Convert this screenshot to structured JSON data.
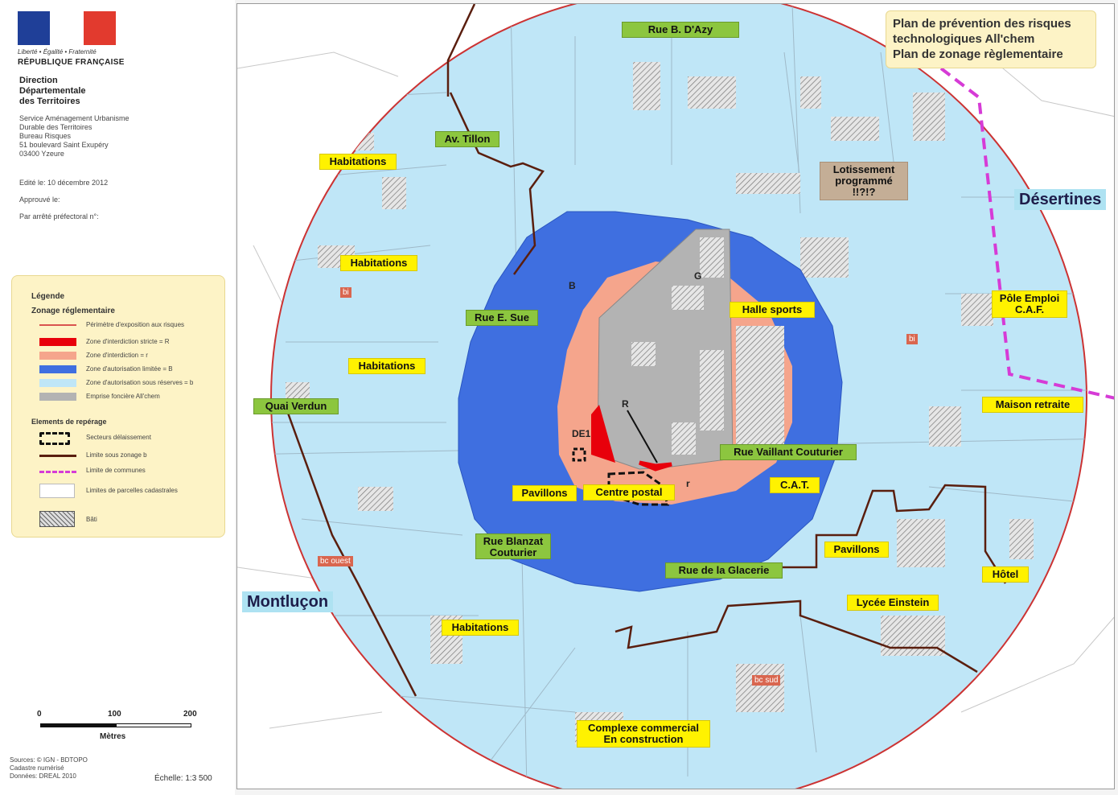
{
  "header": {
    "motto": "Liberté • Égalité • Fraternité",
    "republic": "RÉPUBLIQUE FRANÇAISE",
    "direction": [
      "Direction",
      "Départementale",
      "des Territoires"
    ],
    "service": [
      "Service Aménagement Urbanisme",
      "Durable des Territoires",
      "Bureau Risques",
      "51 boulevard Saint Exupéry",
      "03400 Yzeure"
    ],
    "edited": "Edité le: 10 décembre 2012",
    "approved": "Approuvé le:",
    "decree": "Par arrêté préfectoral n°:"
  },
  "title": {
    "line1": "Plan de prévention des risques",
    "line2": "technologiques All'chem",
    "line3": "Plan de zonage règlementaire"
  },
  "legend": {
    "title": "Légende",
    "subtitle": "Zonage réglementaire",
    "items": [
      {
        "text": "Périmètre d'exposition aux risques",
        "color": "#d9534f"
      },
      {
        "text": "Zone d'interdiction stricte = R",
        "color": "#e8000b"
      },
      {
        "text": "Zone d'interdiction = r",
        "color": "#f5a58c"
      },
      {
        "text": "Zone d'autorisation limitée = B",
        "color": "#3f6fe0"
      },
      {
        "text": "Zone d'autorisation sous réserves = b",
        "color": "#bfe6f7"
      },
      {
        "text": "Emprise foncière All'chem",
        "color": "#b3b3b3"
      }
    ],
    "elements_title": "Elements de repérage",
    "elements": [
      {
        "text": "Secteurs délaissement"
      },
      {
        "text": "Limite sous zonage b",
        "color": "#5a1e0e"
      },
      {
        "text": "Limite de communes",
        "color": "#d63bd6"
      },
      {
        "text": "Limites de parcelles cadastrales"
      },
      {
        "text": "Bâti"
      }
    ]
  },
  "scale": {
    "ticks": [
      "0",
      "100",
      "200"
    ],
    "unit": "Mètres"
  },
  "sources": [
    "Sources: © IGN - BDTOPO",
    "Cadastre numérisé",
    "Données: DREAL 2010"
  ],
  "echelle": "Échelle: 1:3 500",
  "map": {
    "labels_yellow": [
      "Habitations",
      "Habitations",
      "Habitations",
      "Habitations",
      "Halle sports",
      "Pôle Emploi C.A.F.",
      "Maison retraite",
      "Pavillons",
      "Centre postal",
      "C.A.T.",
      "Pavillons",
      "Hôtel",
      "Lycée Einstein",
      "Complexe commercial En construction"
    ],
    "labels_green": [
      "Rue B. D'Azy",
      "Av. Tillon",
      "Rue E. Sue",
      "Quai Verdun",
      "Rue Vaillant Couturier",
      "Rue Blanzat Couturier",
      "Rue de la Glacerie"
    ],
    "label_tan": "Lotissement programmé !!?!?",
    "communes": [
      "Désertines",
      "Montluçon"
    ],
    "zone_letters": [
      "B",
      "G",
      "R",
      "r",
      "DE1"
    ],
    "codes": [
      "bi",
      "bi",
      "bc ouest",
      "bc sud"
    ]
  }
}
